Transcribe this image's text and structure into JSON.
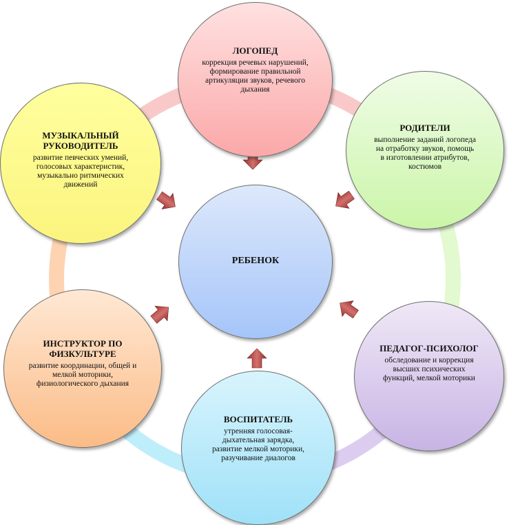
{
  "diagram": {
    "center": {
      "title": "РЕБЕНОК"
    },
    "nodes": [
      {
        "id": "logoped",
        "title": "ЛОГОПЕД",
        "desc": "коррекция речевых нарушений, формирование правильной артикуляции звуков, речевого дыхания",
        "color": "#fbb4b4"
      },
      {
        "id": "parents",
        "title": "РОДИТЕЛИ",
        "desc": "выполнение заданий логопеда на отработку звуков, помощь в изготовлении атрибутов, костюмов",
        "color": "#d7f7bd"
      },
      {
        "id": "psychologist",
        "title": "ПЕДАГОГ-ПСИХОЛОГ",
        "desc": "обследование и коррекция высших психических функций, мелкой моторики",
        "color": "#d6c8ec"
      },
      {
        "id": "tutor",
        "title": "ВОСПИТАТЕЛЬ",
        "desc": "утренняя голосовая-дыхательная зарядка, развитие мелкой моторики, разучивание диалогов",
        "color": "#b4e8fa"
      },
      {
        "id": "phys",
        "title": "ИНСТРУКТОР ПО ФИЗКУЛЬТУРЕ",
        "desc": "развитие координации, общей и мелкой моторики, физиологического дыхания",
        "color": "#fcc89a"
      },
      {
        "id": "music",
        "title": "МУЗЫКАЛЬНЫЙ РУКОВОДИТЕЛЬ",
        "desc": "развитие певческих умений, голосовых характеристик, музыкально ритмических движений",
        "color": "#fcf58a"
      }
    ],
    "ring_colors": [
      "#f9c9c9",
      "#e3f9cf",
      "#dccdf0",
      "#bfeefb",
      "#fdd3b2",
      "#f9c9c9"
    ],
    "arrow_color": "#b94a48"
  }
}
